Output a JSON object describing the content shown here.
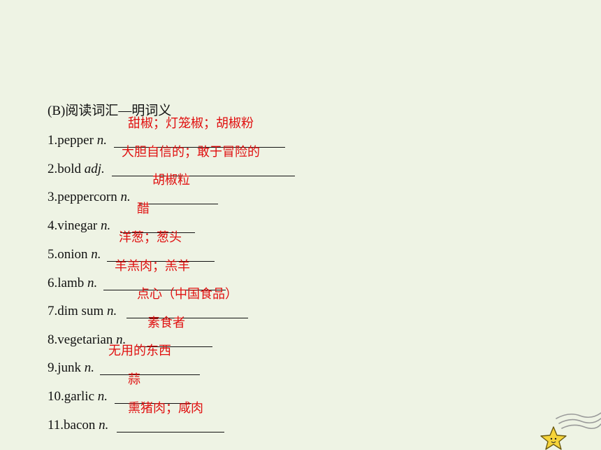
{
  "heading": "(B)阅读词汇—明词义",
  "items": [
    {
      "lead": "1.pepper ",
      "pos": "n.",
      "answer": "甜椒；灯笼椒；胡椒粉"
    },
    {
      "lead": "2.bold ",
      "pos": "adj.",
      "answer": "大胆自信的；敢于冒险的"
    },
    {
      "lead": "3.peppercorn ",
      "pos": "n.",
      "answer": "胡椒粒"
    },
    {
      "lead": "4.vinegar ",
      "pos": "n.",
      "answer": "醋"
    },
    {
      "lead": "5.onion ",
      "pos": "n.",
      "answer": "洋葱；葱头"
    },
    {
      "lead": "6.lamb ",
      "pos": "n.",
      "answer": "羊羔肉；羔羊"
    },
    {
      "lead": "7.dim sum ",
      "pos": "n.",
      "answer": "点心（中国食品）"
    },
    {
      "lead": "8.vegetarian ",
      "pos": "n.",
      "answer": "素食者"
    },
    {
      "lead": "9.junk ",
      "pos": "n.",
      "answer": "无用的东西"
    },
    {
      "lead": "10.garlic ",
      "pos": "n.",
      "answer": "蒜"
    },
    {
      "lead": "11.bacon ",
      "pos": "n.",
      "answer": "熏猪肉；咸肉"
    }
  ],
  "colors": {
    "background": "#eef3e4",
    "text": "#111111",
    "answer": "#e01010",
    "star_fill": "#f6d43a"
  },
  "icons": {
    "decoration": "star-icon"
  }
}
